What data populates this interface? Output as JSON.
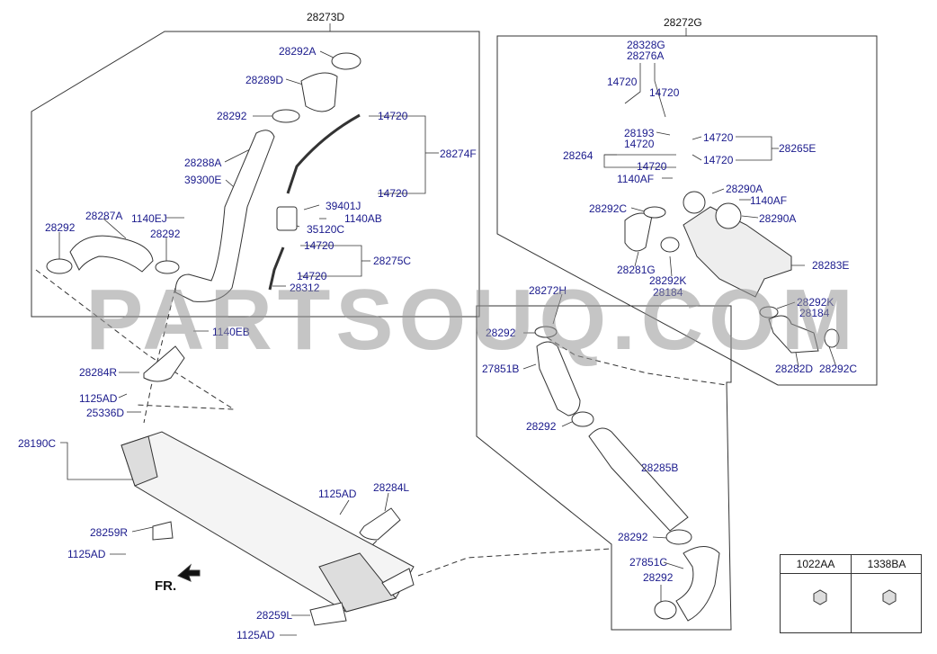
{
  "labels": {
    "28273D": "28273D",
    "28272G": "28272G",
    "28292A": "28292A",
    "28289D": "28289D",
    "28292_a": "28292",
    "14720_a": "14720",
    "28274F": "28274F",
    "28288A": "28288A",
    "39300E": "39300E",
    "14720_b": "14720",
    "39401J": "39401J",
    "1140AB": "1140AB",
    "35120C": "35120C",
    "1140EJ": "1140EJ",
    "28287A": "28287A",
    "28292_b": "28292",
    "28292_c": "28292",
    "14720_c": "14720",
    "28275C": "28275C",
    "14720_d": "14720",
    "28312": "28312",
    "1140EB": "1140EB",
    "28284R": "28284R",
    "1125AD_a": "1125AD",
    "25336D": "25336D",
    "28190C": "28190C",
    "1125AD_b": "1125AD",
    "28284L": "28284L",
    "28259R": "28259R",
    "1125AD_c": "1125AD",
    "28259L": "28259L",
    "1125AD_d": "1125AD",
    "28328G": "28328G",
    "28276A": "28276A",
    "14720_e": "14720",
    "14720_f": "14720",
    "28193": "28193",
    "14720_g": "14720",
    "14720_h": "14720",
    "28264": "28264",
    "28265E": "28265E",
    "14720_i": "14720",
    "14720_j": "14720",
    "1140AF_a": "1140AF",
    "28290A_a": "28290A",
    "1140AF_b": "1140AF",
    "28292C_a": "28292C",
    "28290A_b": "28290A",
    "28281G": "28281G",
    "28292K_a": "28292K",
    "28184_a": "28184",
    "28283E": "28283E",
    "28272H": "28272H",
    "28292K_b": "28292K",
    "28184_b": "28184",
    "28292_d": "28292",
    "28282D": "28282D",
    "28292C_b": "28292C",
    "27851B": "27851B",
    "28292_e": "28292",
    "28285B": "28285B",
    "28292_f": "28292",
    "27851C": "27851C",
    "28292_g": "28292"
  },
  "watermark": "PARTSOUQ.COM",
  "direction_label": "FR.",
  "legend": {
    "col1": "1022AA",
    "col2": "1338BA"
  },
  "colors": {
    "label": "#1a1a8c",
    "line": "#333333",
    "watermark": "#969696"
  }
}
